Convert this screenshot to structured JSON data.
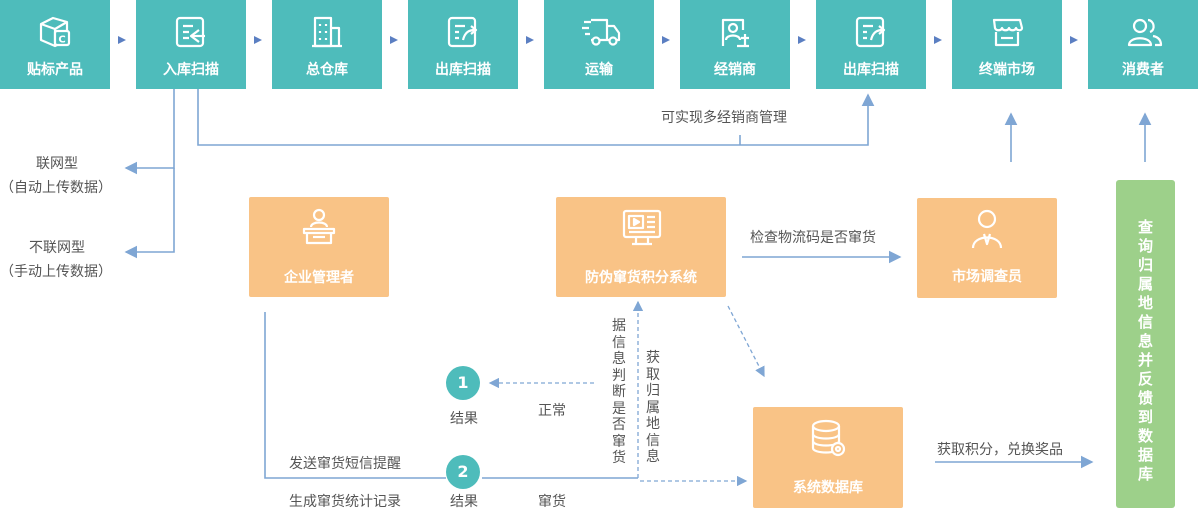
{
  "chain": [
    {
      "label": "贴标产品",
      "icon": "box-icon"
    },
    {
      "label": "入库扫描",
      "icon": "scan-in-icon"
    },
    {
      "label": "总仓库",
      "icon": "building-icon"
    },
    {
      "label": "出库扫描",
      "icon": "scan-out-icon"
    },
    {
      "label": "运输",
      "icon": "truck-icon"
    },
    {
      "label": "经销商",
      "icon": "dealer-icon"
    },
    {
      "label": "出库扫描",
      "icon": "scan-out-icon"
    },
    {
      "label": "终端市场",
      "icon": "store-icon"
    },
    {
      "label": "消费者",
      "icon": "consumers-icon"
    }
  ],
  "labels": {
    "multi_dealer": "可实现多经销商管理",
    "online_type": "联网型",
    "online_desc": "（自动上传数据）",
    "offline_type": "不联网型",
    "offline_desc": "（手动上传数据）",
    "check_code": "检查物流码是否窜货",
    "get_points": "获取积分，兑换奖品",
    "send_sms": "发送窜货短信提醒",
    "gen_record": "生成窜货统计记录",
    "normal": "正常",
    "diverted": "窜货",
    "judge": "据信息判断是否窜货",
    "get_location": "获取归属地信息",
    "box_admin": "企业管理者",
    "box_system": "防伪窜货积分系统",
    "box_inspector": "市场调查员",
    "box_db": "系统数据库",
    "box_query": "查询归属地信息并反馈到数据库"
  },
  "results": [
    {
      "num": "1",
      "label": "结果"
    },
    {
      "num": "2",
      "label": "结果"
    }
  ],
  "colors": {
    "teal": "#4ebcbb",
    "orange": "#f9c386",
    "green": "#9dd08a",
    "line": "#7fa6d4"
  }
}
